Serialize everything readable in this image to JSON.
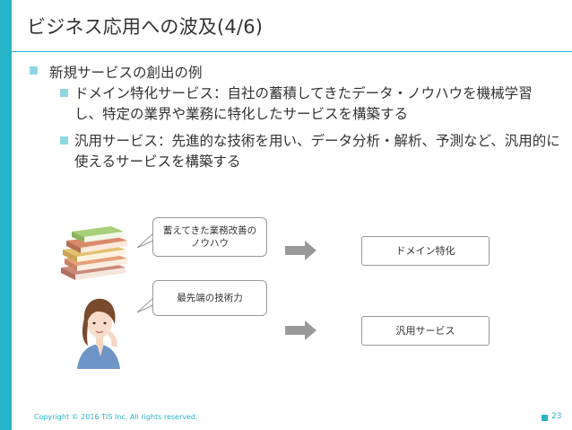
{
  "slide": {
    "title": "ビジネス応用への波及(4/6)",
    "bullets": [
      {
        "level": 1,
        "text": "新規サービスの創出の例"
      },
      {
        "level": 2,
        "text": "ドメイン特化サービス：自社の蓄積してきたデータ・ノウハウを機械学習し、特定の業界や業務に特化したサービスを構築する"
      },
      {
        "level": 2,
        "text": "汎用サービス：先進的な技術を用い、データ分析・解析、予測など、汎用的に使えるサービスを構築する"
      }
    ]
  },
  "diagram": {
    "bubble_a": "蓄えてきた業務改善の\nノウハウ",
    "bubble_b": "最先端の技術力",
    "output_a": "ドメイン特化",
    "output_b": "汎用サービス"
  },
  "footer": {
    "copyright": "Copyright © 2016 TIS Inc. All rights reserved.",
    "page": "23"
  },
  "colors": {
    "accent": "#27b3c8",
    "bullet": "#8fd7e2",
    "arrow": "#999999"
  }
}
